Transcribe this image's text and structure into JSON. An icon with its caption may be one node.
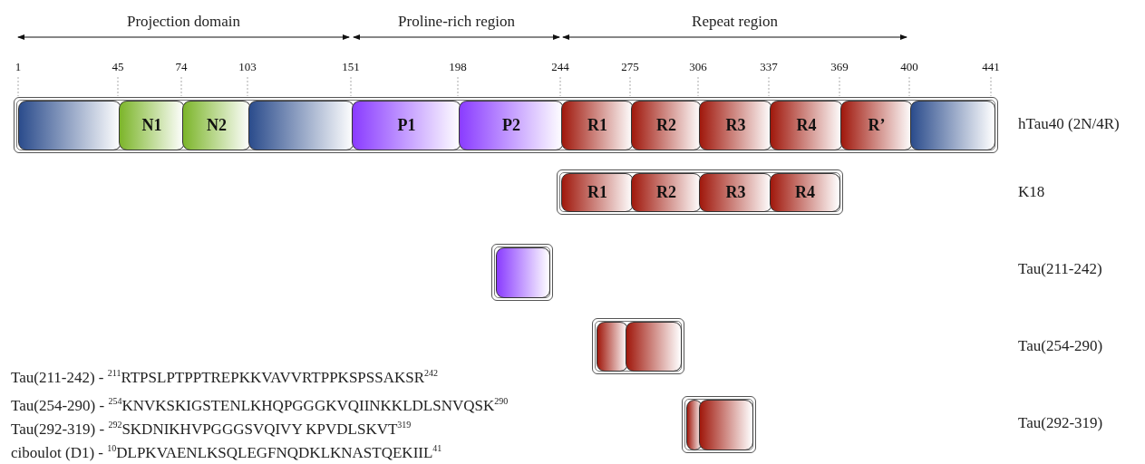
{
  "diagram": {
    "nodes": [
      {
        "text": [],
        "shape": "box"
      },
      {
        "text": [],
        "shape": "box",
        "in": 0
      },
      {
        "text": [
          "N1"
        ],
        "in": 0
      },
      {
        "text": [
          "N2"
        ],
        "in": 0
      },
      {
        "text": [],
        "shape": "box",
        "in": 0
      },
      {
        "text": [
          "P1"
        ],
        "in": 0
      },
      {
        "text": [
          "P2"
        ],
        "in": 0
      },
      {
        "text": [
          "R1"
        ],
        "in": 0
      },
      {
        "text": [
          "R2"
        ],
        "in": 0
      },
      {
        "text": [
          "R3"
        ],
        "in": 0
      },
      {
        "text": [
          "R4"
        ],
        "in": 0
      },
      {
        "text": [
          "R’"
        ],
        "in": 0
      },
      {
        "text": [],
        "shape": "box",
        "in": 0
      },
      {
        "text": [],
        "shape": "box"
      },
      {
        "text": [
          "R1"
        ],
        "in": 13
      },
      {
        "text": [
          "R2"
        ],
        "in": 13
      },
      {
        "text": [
          "R3"
        ],
        "in": 13
      },
      {
        "text": [
          "R4"
        ],
        "in": 13
      },
      {
        "text": [],
        "shape": "box"
      },
      {
        "text": [],
        "shape": "box",
        "in": 18
      },
      {
        "text": [],
        "shape": "box"
      },
      {
        "text": [],
        "shape": "box",
        "in": 20
      },
      {
        "text": [],
        "shape": "box",
        "in": 20
      },
      {
        "text": [],
        "shape": "box"
      },
      {
        "text": [],
        "shape": "box",
        "in": 23
      },
      {
        "text": [],
        "shape": "box",
        "in": 23
      }
    ],
    "edges": [],
    "labels": [
      "Projection domain",
      "Proline-rich region",
      "Repeat region",
      "1",
      "45",
      "74",
      "103",
      "151",
      "198",
      "244",
      "275",
      "306",
      "337",
      "369",
      "400",
      "441",
      "hTau40 (2N/4R)",
      "K18",
      "Tau(211-242)",
      "Tau(254-290)",
      "Tau(211-242) - $^{211}$RTPSLPTPPTREPKKVAVVRTPPKSPSSAKSR$^{242}$",
      "Tau(254-290) - $^{254}$KNVKSKIGSTENLKHQPGGGKVQIINKKLDLSNVQSK$^{290}$",
      "Tau(292-319) - $^{292}$SKDNIKHVPGGGSVQIVY KPVDLSKVT$^{319}$",
      "Tau(292-319)",
      "ciboulot (D1) - $^{10}$DLPKVAENLKSQLEGFNQDKLKNASTQEKIIL$^{41}$"
    ]
  }
}
